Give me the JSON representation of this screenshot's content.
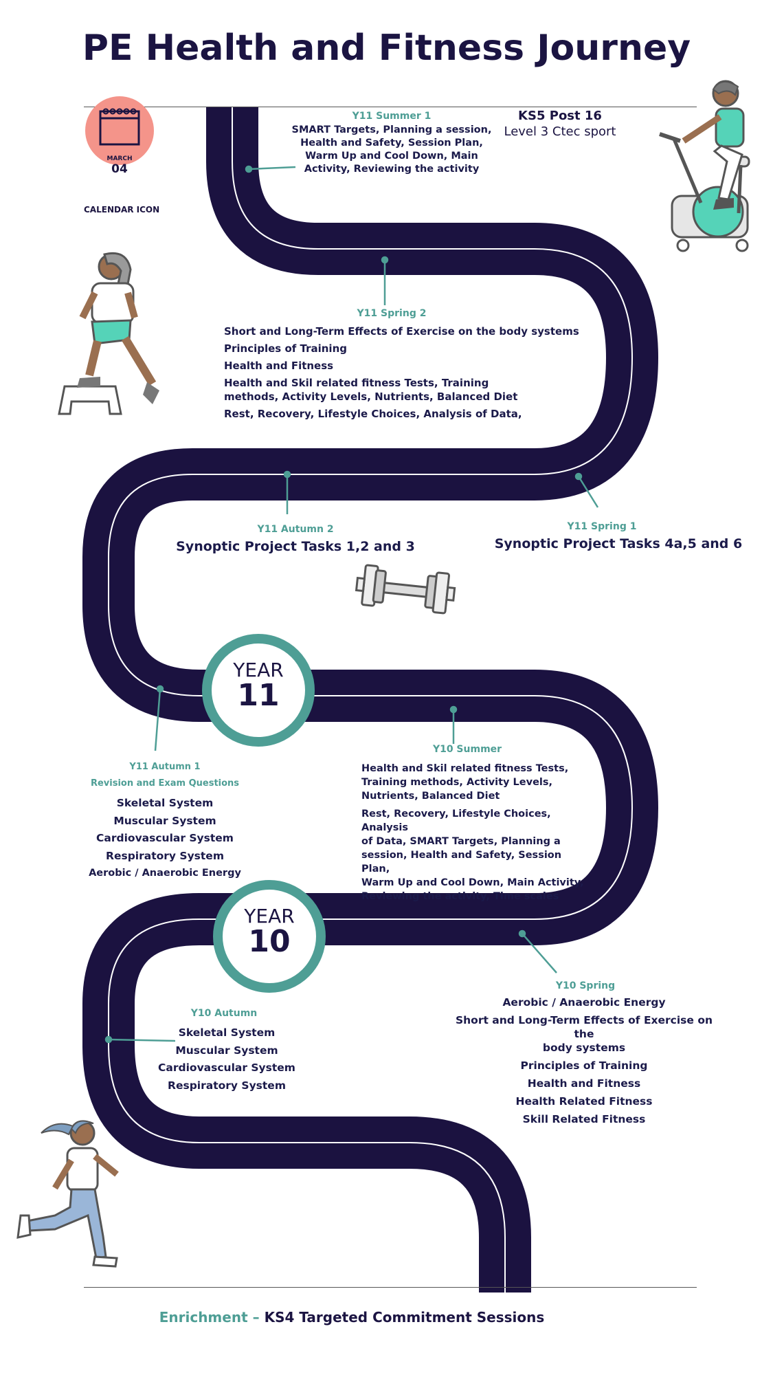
{
  "title": "PE Health and Fitness Journey",
  "calendar": {
    "month": "MARCH",
    "day": "04",
    "caption": "CALENDAR ICON"
  },
  "ks5": {
    "title": "KS5 Post 16",
    "subtitle": "Level 3 Ctec sport"
  },
  "y11_summer1": {
    "tag": "Y11 Summer 1",
    "lines": [
      "SMART Targets, Planning a session,",
      "Health and Safety, Session Plan,",
      "Warm Up and Cool Down, Main",
      "Activity, Reviewing the activity"
    ]
  },
  "y11_spring2": {
    "tag": "Y11 Spring 2",
    "items": [
      "Short and Long-Term Effects of Exercise on the body systems",
      "Principles of Training",
      "Health and Fitness",
      "Health and Skil related fitness Tests, Training",
      "methods, Activity Levels, Nutrients, Balanced Diet",
      "Rest, Recovery, Lifestyle Choices, Analysis of Data,"
    ]
  },
  "y11_autumn2": {
    "tag": "Y11 Autumn 2",
    "text": "Synoptic Project Tasks 1,2 and 3"
  },
  "y11_spring1": {
    "tag": "Y11 Spring 1",
    "text": "Synoptic Project Tasks 4a,5 and 6"
  },
  "year11": {
    "word": "YEAR",
    "num": "11"
  },
  "year10": {
    "word": "YEAR",
    "num": "10"
  },
  "y11_autumn1": {
    "tag": "Y11 Autumn 1",
    "subtag": "Revision and Exam Questions",
    "items": [
      "Skeletal System",
      "Muscular System",
      "Cardiovascular System",
      "Respiratory System",
      "Aerobic / Anaerobic Energy"
    ]
  },
  "y10_summer": {
    "tag": "Y10 Summer",
    "lines": [
      "Health and Skil related fitness Tests,",
      "Training methods, Activity Levels,",
      "Nutrients, Balanced Diet",
      "Rest, Recovery, Lifestyle Choices, Analysis",
      "of Data, SMART Targets, Planning a",
      "session, Health and Safety, Session Plan,",
      "Warm Up and Cool Down, Main Activity,",
      "Reviewing the activity, Time scales"
    ]
  },
  "y10_autumn": {
    "tag": "Y10 Autumn",
    "items": [
      "Skeletal System",
      "Muscular System",
      "Cardiovascular System",
      "Respiratory System"
    ]
  },
  "y10_spring": {
    "tag": "Y10 Spring",
    "items": [
      "Aerobic / Anaerobic Energy",
      "Short and Long-Term Effects of Exercise on the",
      "body systems",
      "Principles of Training",
      "Health and Fitness",
      "Health Related Fitness",
      "Skill Related Fitness"
    ]
  },
  "enrichment": {
    "label": "Enrichment –",
    "text": "KS4 Targeted Commitment Sessions"
  },
  "colors": {
    "road": "#1b1240",
    "accent": "#4e9e95",
    "calendar": "#f4948a",
    "text": "#1b1a4a"
  },
  "icons": [
    "calendar-icon",
    "exercise-bike-icon",
    "step-up-person-icon",
    "dumbbell-icon",
    "runner-icon"
  ]
}
